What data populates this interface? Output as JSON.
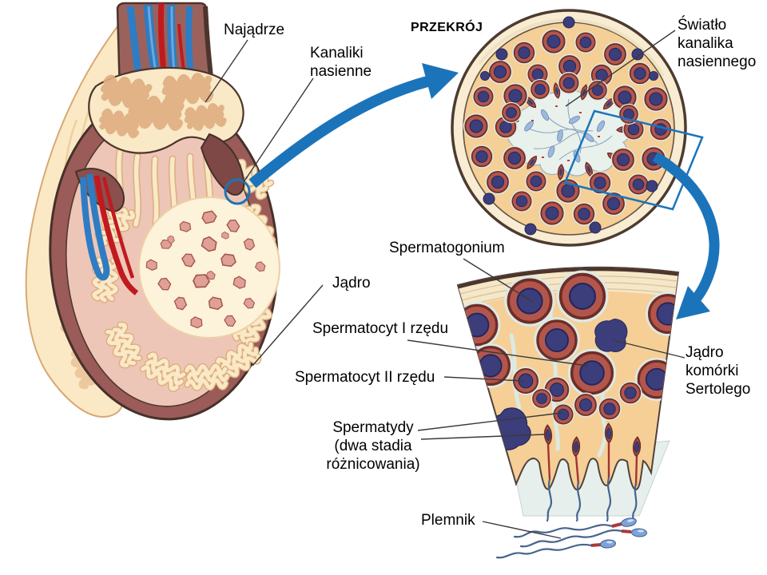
{
  "labels": {
    "najadrze": "Najądrze",
    "kanaliki": "Kanaliki\nnasienne",
    "przekroj": "PRZEKRÓJ",
    "swiatlo": "Światło\nkanalika\nnasiennego",
    "spermatogonium": "Spermatogonium",
    "jadro": "Jądro",
    "spermatocyt_i": "Spermatocyt I rzędu",
    "spermatocyt_ii": "Spermatocyt II rzędu",
    "sertoli": "Jądro\nkomórki\nSertolego",
    "spermatydy": "Spermatydy\n(dwa stadia\nróżnicowania)",
    "plemnik": "Plemnik"
  },
  "colors": {
    "accent_blue": "#1b74ba",
    "cell_ring": "#b2564c",
    "cell_nucleus": "#3b3e7a",
    "tubule_background": "#f4cf96",
    "tubule_rim": "#f8ecd2",
    "lumen": "#e6efeb",
    "capsule_maroon": "#9b5b58",
    "testis_interior": "#eec6b8",
    "tubule_cream": "#f9e9c6",
    "skin_cream": "#fbe9c5",
    "vein_blue": "#2e7cc3",
    "artery_red": "#c01a1f",
    "label_line": "#3a3a3a"
  }
}
